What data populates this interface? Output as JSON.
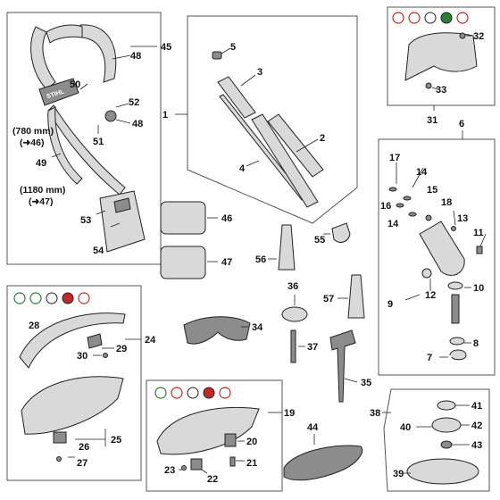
{
  "callouts": {
    "n1": "1",
    "n2": "2",
    "n3": "3",
    "n4": "4",
    "n5": "5",
    "n6": "6",
    "n7": "7",
    "n8": "8",
    "n9": "9",
    "n10": "10",
    "n11": "11",
    "n12": "12",
    "n13": "13",
    "n14a": "14",
    "n14b": "14",
    "n15": "15",
    "n16": "16",
    "n17": "17",
    "n18": "18",
    "n19": "19",
    "n20": "20",
    "n21": "21",
    "n22": "22",
    "n23": "23",
    "n24": "24",
    "n25": "25",
    "n26": "26",
    "n27": "27",
    "n28": "28",
    "n29": "29",
    "n30": "30",
    "n31": "31",
    "n32": "32",
    "n33": "33",
    "n34": "34",
    "n35": "35",
    "n36": "36",
    "n37": "37",
    "n38": "38",
    "n39": "39",
    "n40": "40",
    "n41": "41",
    "n42": "42",
    "n43": "43",
    "n44": "44",
    "n45": "45",
    "n46": "46",
    "n47": "47",
    "n48a": "48",
    "n48b": "48",
    "n49": "49",
    "n50": "50",
    "n51": "51",
    "n52": "52",
    "n53": "53",
    "n54": "54",
    "n55": "55",
    "n56": "56",
    "n57": "57"
  },
  "notes": {
    "len780": "(780 mm)",
    "ref46": "(➜46)",
    "len1180": "(1180 mm)",
    "ref47": "(➜47)"
  },
  "harness": {
    "brand": "STIHL"
  },
  "colors": {
    "box_stroke": "#555555",
    "part_fill": "#d9d9d9",
    "dark_fill": "#8c8c8c",
    "icon_red": "#c62828",
    "icon_green": "#2e7d32"
  }
}
